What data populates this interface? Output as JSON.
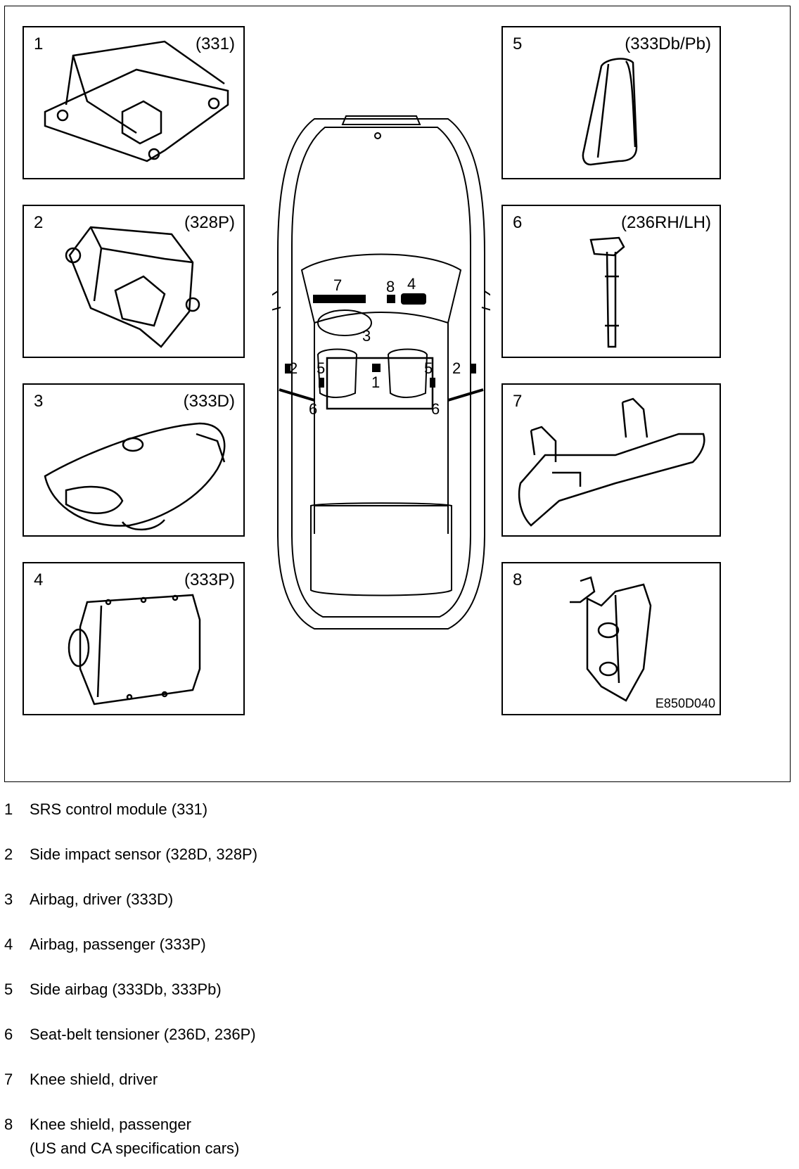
{
  "panels": [
    {
      "num": "1",
      "code": "(331)",
      "icon": "control-module"
    },
    {
      "num": "2",
      "code": "(328P)",
      "icon": "impact-sensor"
    },
    {
      "num": "3",
      "code": "(333D)",
      "icon": "steering-airbag"
    },
    {
      "num": "4",
      "code": "(333P)",
      "icon": "passenger-airbag"
    },
    {
      "num": "5",
      "code": "(333Db/Pb)",
      "icon": "side-airbag"
    },
    {
      "num": "6",
      "code": "(236RH/LH)",
      "icon": "belt-tensioner"
    },
    {
      "num": "7",
      "code": "",
      "icon": "knee-shield-driver"
    },
    {
      "num": "8",
      "code": "",
      "icon": "knee-shield-passenger"
    }
  ],
  "figure_id": "E850D040",
  "car_labels": {
    "l7": "7",
    "l8": "8",
    "l4": "4",
    "l3": "3",
    "l2_left": "2",
    "l5_left": "5",
    "l1": "1",
    "l5_right": "5",
    "l2_right": "2",
    "l6_left": "6",
    "l6_right": "6"
  },
  "legend": [
    {
      "num": "1",
      "text": "SRS control module (331)"
    },
    {
      "num": "2",
      "text": "Side impact sensor (328D, 328P)"
    },
    {
      "num": "3",
      "text": "Airbag, driver (333D)"
    },
    {
      "num": "4",
      "text": "Airbag, passenger (333P)"
    },
    {
      "num": "5",
      "text": "Side airbag (333Db, 333Pb)"
    },
    {
      "num": "6",
      "text": "Seat-belt tensioner (236D, 236P)"
    },
    {
      "num": "7",
      "text": "Knee shield, driver"
    },
    {
      "num": "8",
      "text": "Knee shield, passenger",
      "text2": "(US and CA specification cars)"
    }
  ]
}
